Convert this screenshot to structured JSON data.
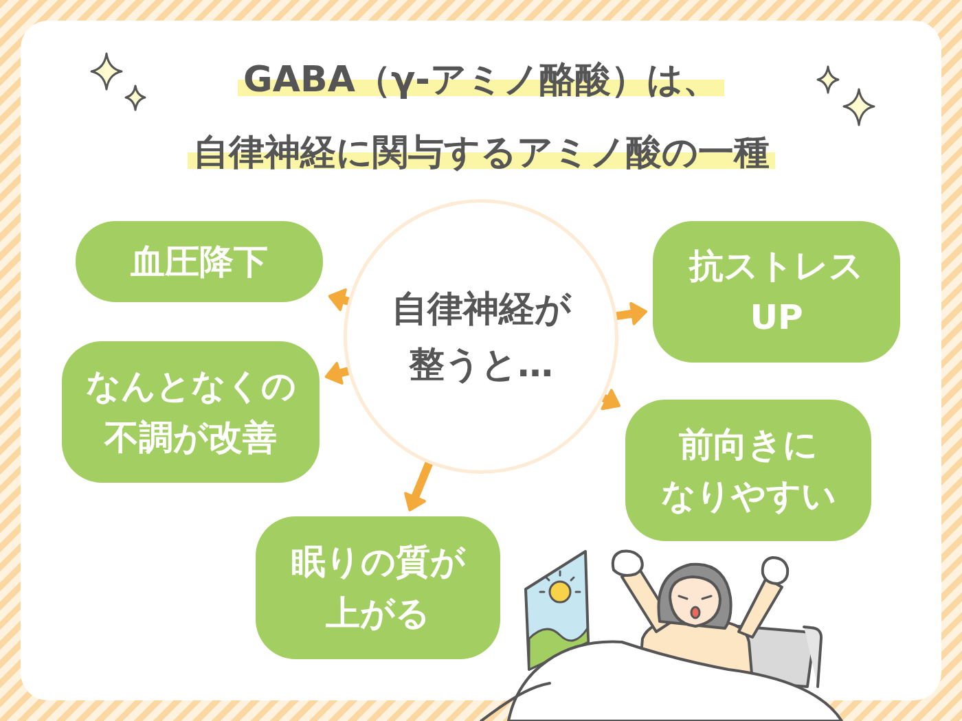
{
  "diagram": {
    "title": "GABA（γ-アミノ酪酸）は、 自律神経に関与するアミノ酸の一種",
    "nodes": [
      {
        "text": [
          "自律神経が 整うと…"
        ]
      },
      {
        "text": [
          "血圧降下"
        ]
      },
      {
        "text": [
          "抗ストレス UP"
        ]
      },
      {
        "text": [
          "なんとなくの 不調が改善"
        ]
      },
      {
        "text": [
          "前向きに なりやすい"
        ]
      },
      {
        "text": [
          "眠りの質が 上がる"
        ]
      }
    ],
    "edges": [
      {
        "from": 0,
        "to": 1,
        "arrow": "to"
      },
      {
        "from": 0,
        "to": 2,
        "arrow": "to"
      },
      {
        "from": 0,
        "to": 3,
        "arrow": "to"
      },
      {
        "from": 0,
        "to": 4,
        "arrow": "to"
      },
      {
        "from": 0,
        "to": 5,
        "arrow": "to"
      }
    ]
  }
}
